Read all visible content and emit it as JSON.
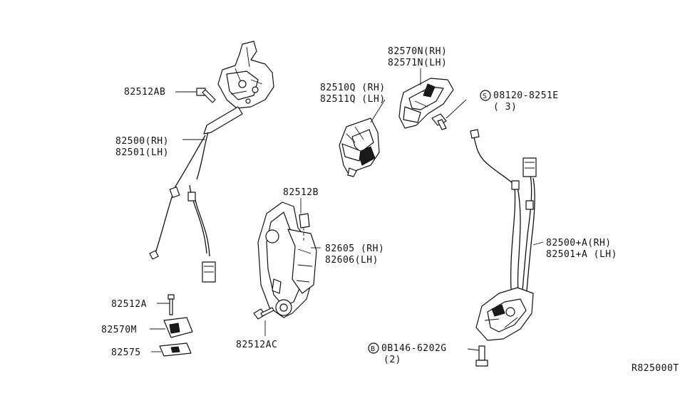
{
  "labels": {
    "p82512AB": "82512AB",
    "p82500": "82500(RH)",
    "p82501": "82501(LH)",
    "p82510Q": "82510Q (RH)",
    "p82511Q": "82511Q (LH)",
    "p82570N": "82570N(RH)",
    "p82571N": "82571N(LH)",
    "s_bolt": "08120-8251E",
    "s_bolt_qty": "( 3)",
    "s_prefix": "S",
    "p82512B": "82512B",
    "p82605": "82605 (RH)",
    "p82606": "82606(LH)",
    "p82500A": "82500+A(RH)",
    "p82501A": "82501+A (LH)",
    "p82512A": "82512A",
    "p82570M": "82570M",
    "p82575": "82575",
    "p82512AC": "82512AC",
    "b_bolt": "0B146-6202G",
    "b_bolt_qty": "(2)",
    "b_prefix": "B",
    "ref_code": "R825000T"
  }
}
